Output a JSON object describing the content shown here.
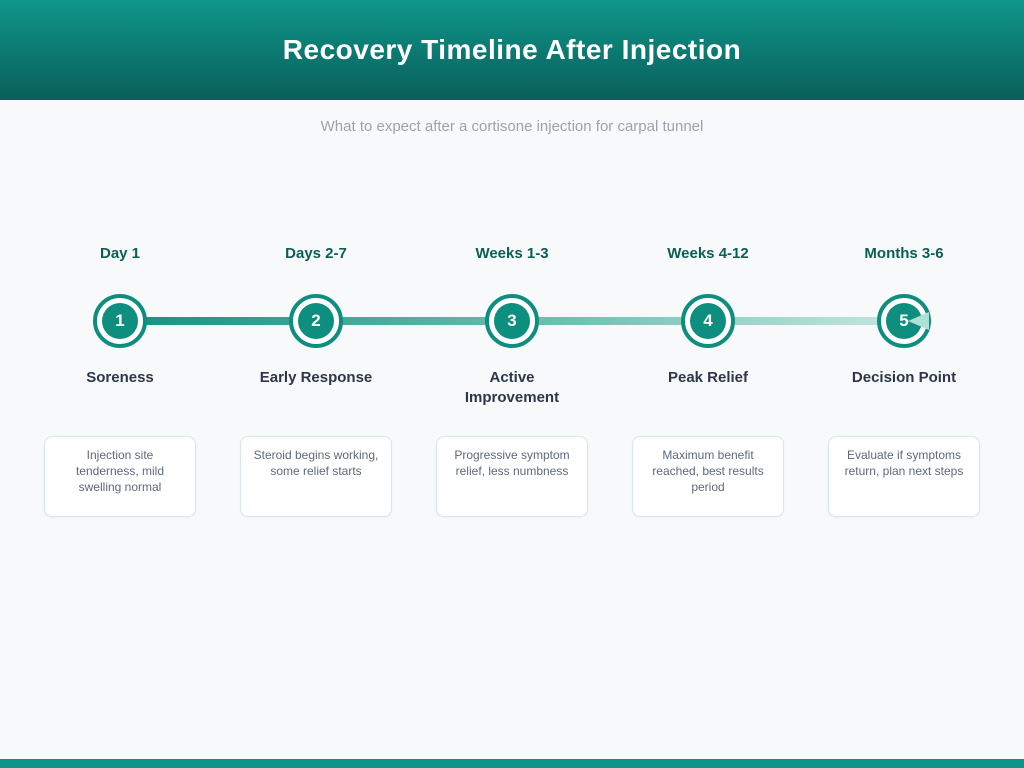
{
  "header": {
    "title": "Recovery Timeline After Injection"
  },
  "subtitle": "What to expect after a cortisone injection for carpal tunnel",
  "colors": {
    "header_gradient_top": "#0F968A",
    "header_gradient_bottom": "#0A5F5A",
    "accent_teal": "#0E8E7E",
    "line_gradient_start": "#13927F",
    "line_gradient_end": "#C9E9E2",
    "arrow": "#AEE0D7",
    "date_label": "#0B5E54",
    "stage_title": "#2D3748",
    "card_border": "#D3EBE6",
    "card_text": "#5C6B7A",
    "subtitle_text": "#9BA4AC",
    "page_background": "#F7F9FA",
    "footer_bar": "#0E948A"
  },
  "timeline": {
    "stages": [
      {
        "number": "1",
        "date": "Day 1",
        "title": "Soreness",
        "description": "Injection site tenderness, mild swelling normal"
      },
      {
        "number": "2",
        "date": "Days 2-7",
        "title": "Early Response",
        "description": "Steroid begins working, some relief starts"
      },
      {
        "number": "3",
        "date": "Weeks 1-3",
        "title": "Active Improvement",
        "description": "Progressive symptom relief, less numbness"
      },
      {
        "number": "4",
        "date": "Weeks 4-12",
        "title": "Peak Relief",
        "description": "Maximum benefit reached, best results period"
      },
      {
        "number": "5",
        "date": "Months 3-6",
        "title": "Decision Point",
        "description": "Evaluate if symptoms return, plan next steps"
      }
    ]
  }
}
